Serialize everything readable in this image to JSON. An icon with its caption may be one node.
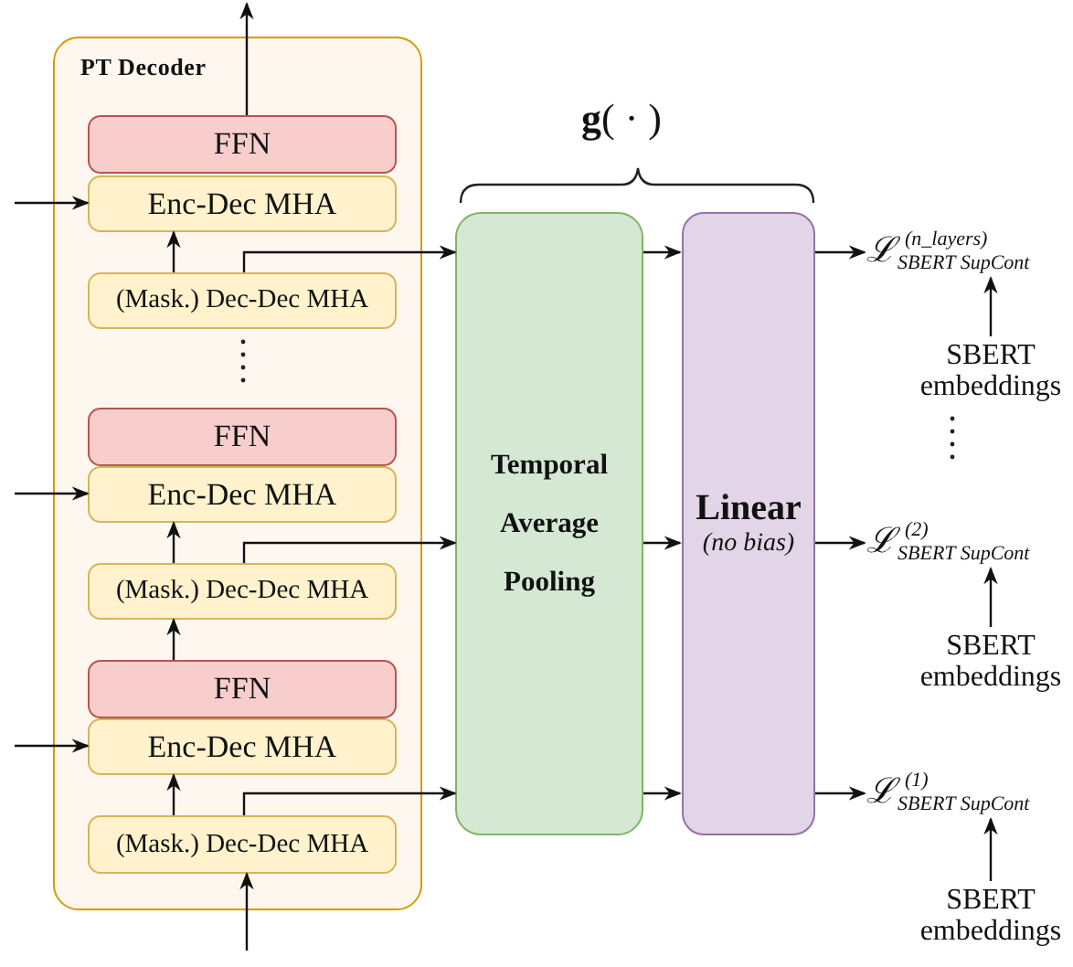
{
  "diagram": {
    "nodes": [
      {
        "text": [
          "PT Decoder"
        ]
      },
      {
        "text": [
          "FFN"
        ],
        "in": 0
      },
      {
        "text": [
          "Enc-Dec MHA"
        ],
        "in": 0
      },
      {
        "text": [
          "(Mask.) Dec-Dec MHA"
        ],
        "in": 0
      },
      {
        "text": [
          "FFN"
        ],
        "in": 0
      },
      {
        "text": [
          "Enc-Dec MHA"
        ],
        "in": 0
      },
      {
        "text": [
          "(Mask.) Dec-Dec MHA"
        ],
        "in": 0
      },
      {
        "text": [
          "FFN"
        ],
        "in": 0
      },
      {
        "text": [
          "Enc-Dec MHA"
        ],
        "in": 0
      },
      {
        "text": [
          "(Mask.) Dec-Dec MHA"
        ],
        "in": 0
      },
      {
        "text": [
          "Temporal Average Pooling"
        ]
      },
      {
        "text": [
          "Linear",
          "(no bias)"
        ]
      },
      {
        "text": [
          "ℒ$^{(n_layers)}$$_{SBERT SupCont}$"
        ]
      },
      {
        "text": [
          "SBERT embeddings"
        ]
      },
      {
        "text": [
          "ℒ$^{(2)}$$_{SBERT SupCont}$"
        ]
      },
      {
        "text": [
          "SBERT embeddings"
        ]
      },
      {
        "text": [
          "ℒ$^{(1)}$$_{SBERT SupCont}$"
        ]
      },
      {
        "text": [
          "SBERT embeddings"
        ]
      }
    ],
    "edges": [
      {
        "from": 1,
        "to": null,
        "arrow": "to"
      },
      {
        "from": null,
        "to": 2,
        "arrow": "to"
      },
      {
        "from": 3,
        "to": 2,
        "arrow": "to"
      },
      {
        "from": 3,
        "to": 10,
        "arrow": "to"
      },
      {
        "from": null,
        "to": 5,
        "arrow": "to"
      },
      {
        "from": 6,
        "to": 5,
        "arrow": "to"
      },
      {
        "from": 6,
        "to": 10,
        "arrow": "to"
      },
      {
        "from": 7,
        "to": 6,
        "arrow": "to"
      },
      {
        "from": null,
        "to": 8,
        "arrow": "to"
      },
      {
        "from": 9,
        "to": 8,
        "arrow": "to"
      },
      {
        "from": 9,
        "to": 10,
        "arrow": "to"
      },
      {
        "from": null,
        "to": 9,
        "arrow": "to"
      },
      {
        "from": 10,
        "to": 11,
        "arrow": "to"
      },
      {
        "from": 10,
        "to": 11,
        "arrow": "to"
      },
      {
        "from": 10,
        "to": 11,
        "arrow": "to"
      },
      {
        "from": 11,
        "to": 12,
        "arrow": "to"
      },
      {
        "from": 11,
        "to": 14,
        "arrow": "to"
      },
      {
        "from": 11,
        "to": 16,
        "arrow": "to"
      },
      {
        "from": 13,
        "to": 12,
        "arrow": "to"
      },
      {
        "from": 15,
        "to": 14,
        "arrow": "to"
      },
      {
        "from": 17,
        "to": 16,
        "arrow": "to"
      }
    ],
    "labels": [
      "g( · )"
    ]
  }
}
